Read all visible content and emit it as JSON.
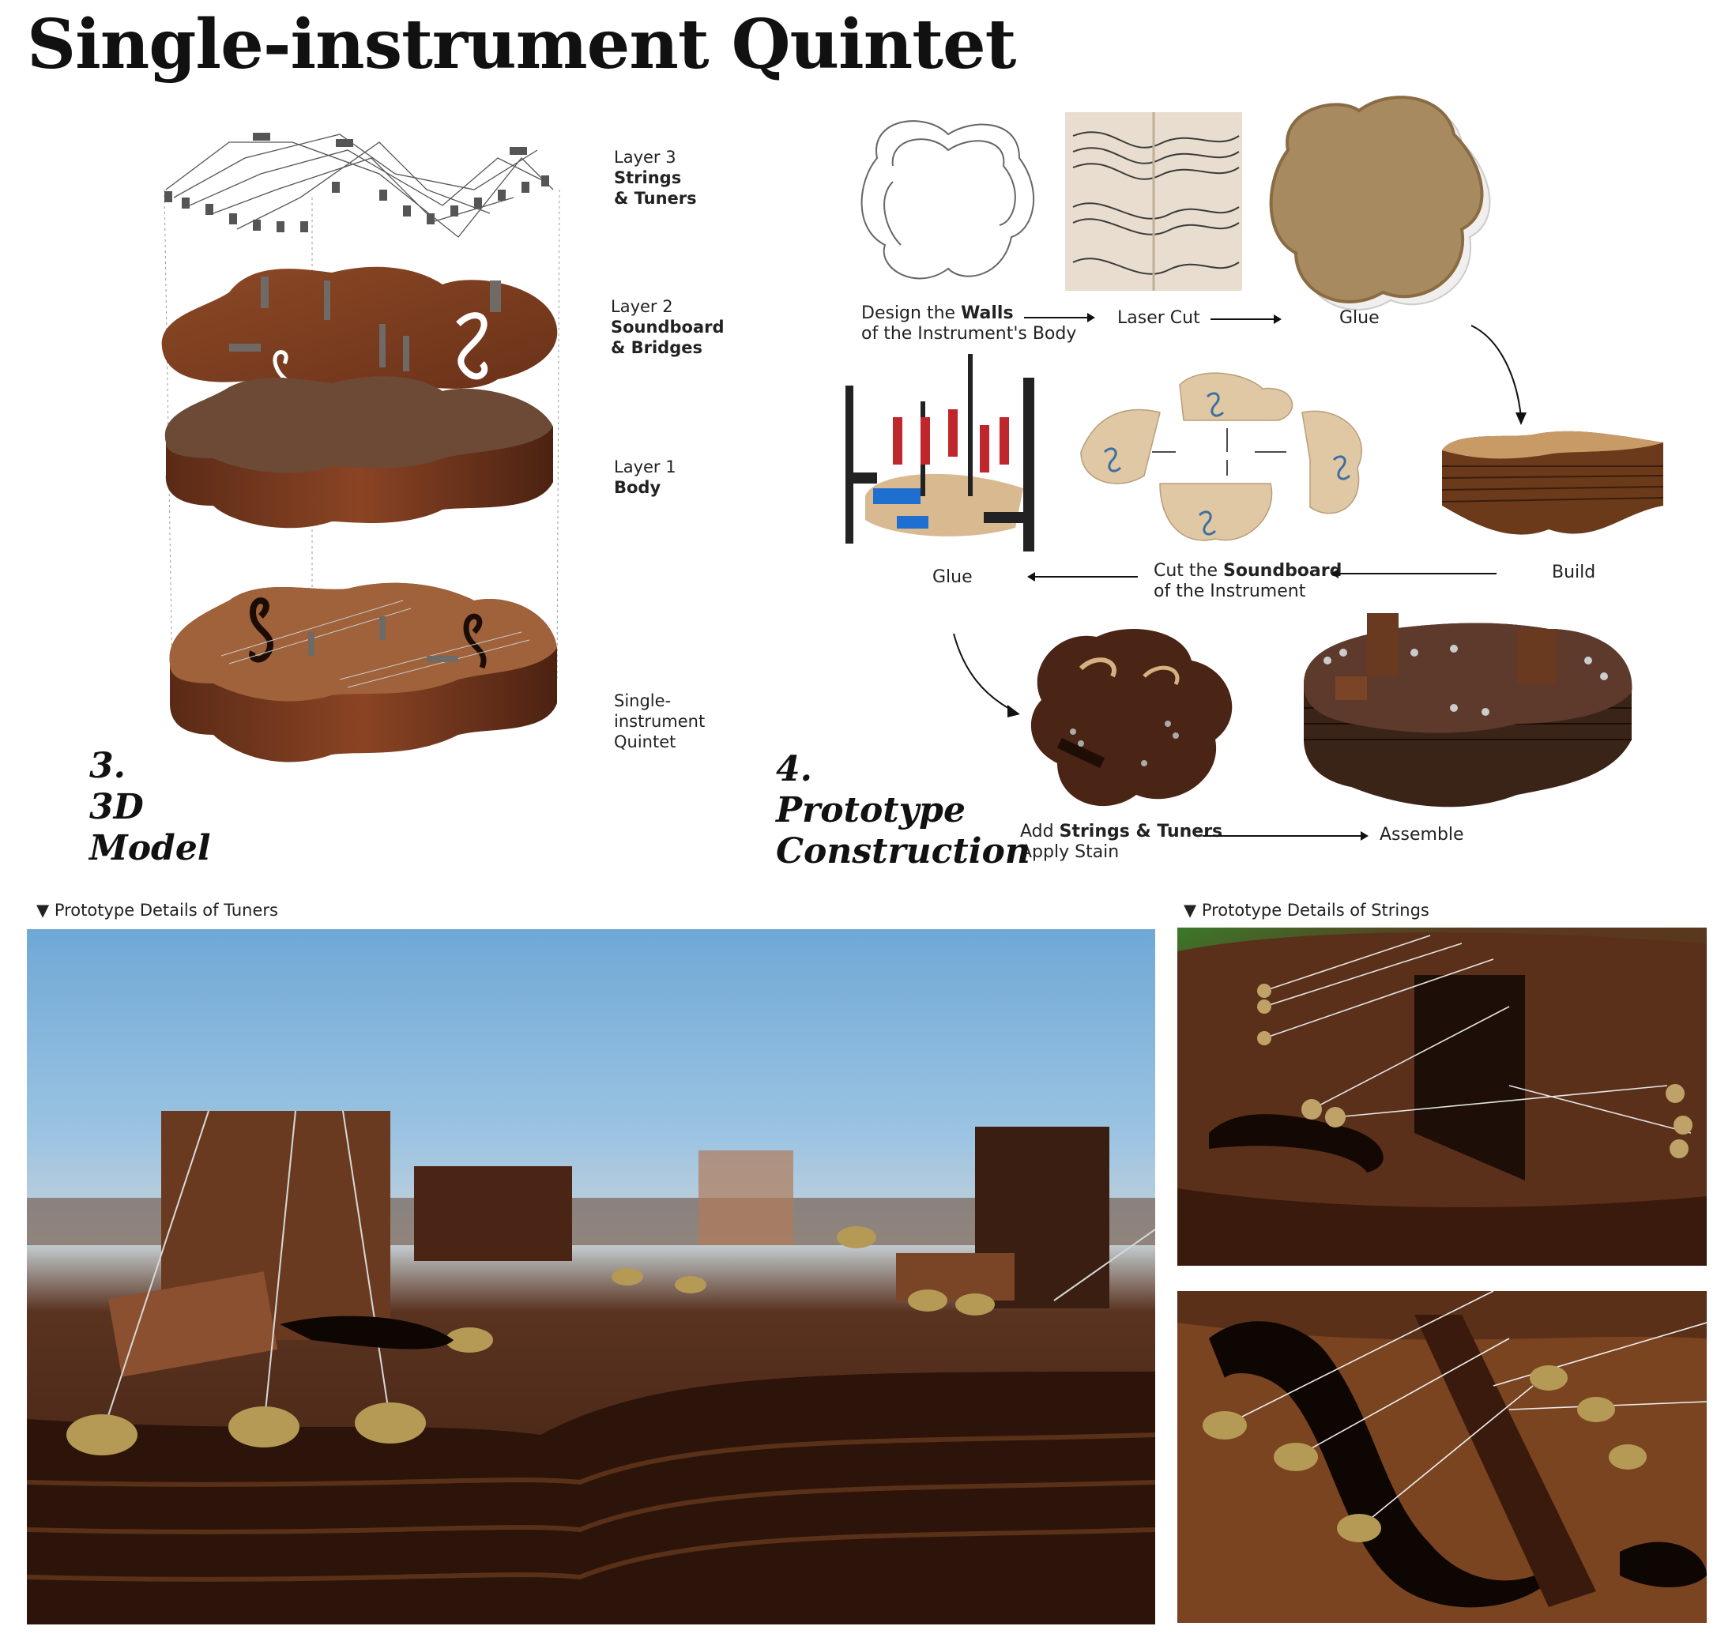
{
  "title": "Single-instrument Quintet",
  "model": {
    "section_number": "3.",
    "section_title_line1": "3D",
    "section_title_line2": "Model",
    "layer3": {
      "line1": "Layer 3",
      "line2": "Strings",
      "line3": "& Tuners"
    },
    "layer2": {
      "line1": "Layer 2",
      "line2": "Soundboard",
      "line3": "& Bridges"
    },
    "layer1": {
      "line1": "Layer 1",
      "line2": "Body"
    },
    "assembled": {
      "line1": "Single-",
      "line2": "instrument",
      "line3": "Quintet"
    }
  },
  "prototype": {
    "section_number": "4.",
    "section_title_line1": "Prototype",
    "section_title_line2": "Construction",
    "steps": {
      "design_pre": "Design the ",
      "design_bold": "Walls",
      "design_line2": "of the Instrument's Body",
      "laser_cut": "Laser Cut",
      "glue_top": "Glue",
      "build": "Build",
      "cut_pre": "Cut the ",
      "cut_bold": "Soundboard",
      "cut_line2": "of the Instrument",
      "glue_mid": "Glue",
      "add_pre": "Add ",
      "add_bold": "Strings & Tuners",
      "add_line2": "Apply Stain",
      "assemble": "Assemble"
    }
  },
  "details": {
    "tuners_caption": "Prototype Details of Tuners",
    "strings_caption": "Prototype Details of Strings",
    "triangle_icon": "down-triangle-icon"
  },
  "colors": {
    "wood_dark": "#4a2414",
    "wood_mid": "#7a3b1e",
    "wood_light": "#b0703f",
    "plywood": "#d9b98f",
    "sky": "#8fbfdf",
    "brass": "#b59a55"
  }
}
